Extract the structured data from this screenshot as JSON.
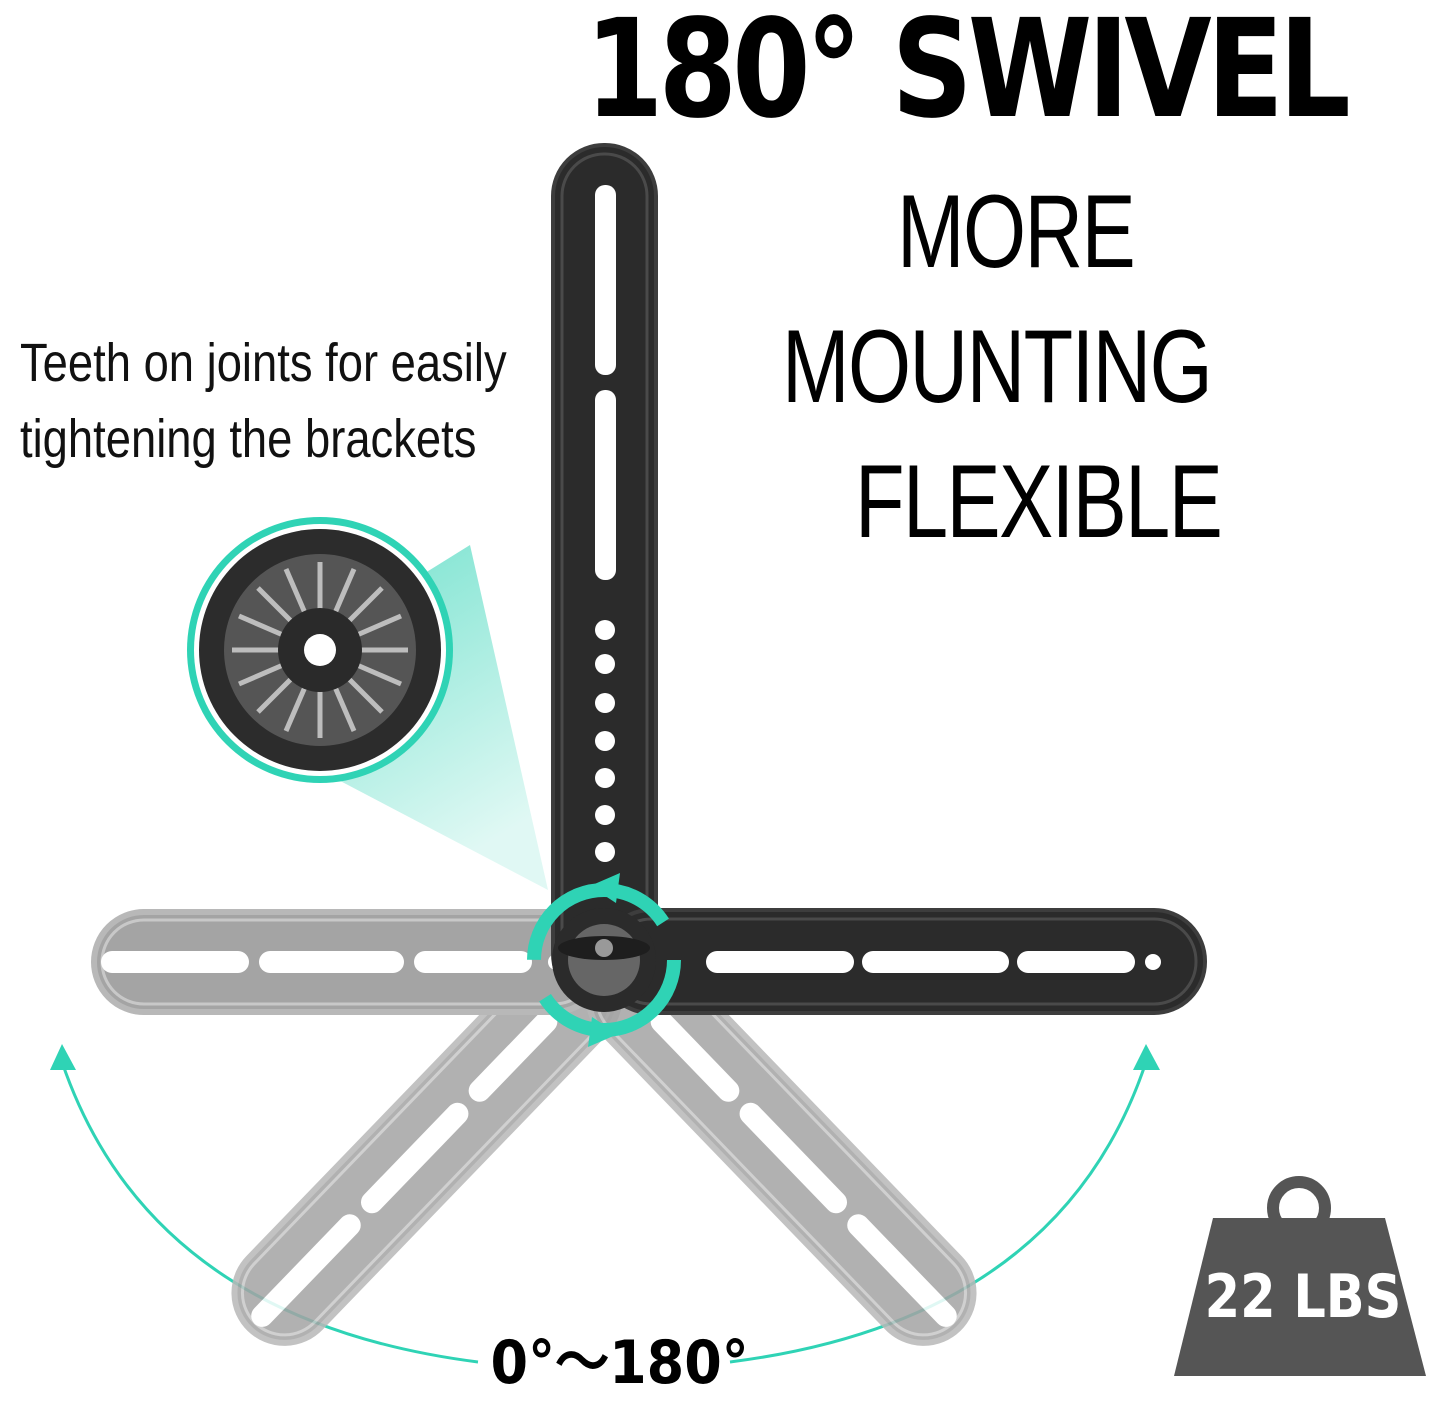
{
  "headline": "180° SWIVEL",
  "subheadline": {
    "line1": "MORE",
    "line2": "MOUNTING",
    "line3": "FLEXIBLE"
  },
  "feature_note": {
    "line1": "Teeth on joints for easily",
    "line2": "tightening the brackets"
  },
  "angle_range": "0°～180°",
  "weight_capacity": "22 LBS",
  "colors": {
    "accent": "#2fd3b5",
    "bracket_dark": "#2b2b2b",
    "bracket_ghost": "#a9a9a9",
    "weight": "#555555",
    "text": "#000000"
  },
  "icons": {
    "weight": "weight-icon",
    "rotate": "rotate-arrows-icon",
    "arc_arrow": "arrow-up-icon",
    "joint": "gear-teeth-icon"
  }
}
